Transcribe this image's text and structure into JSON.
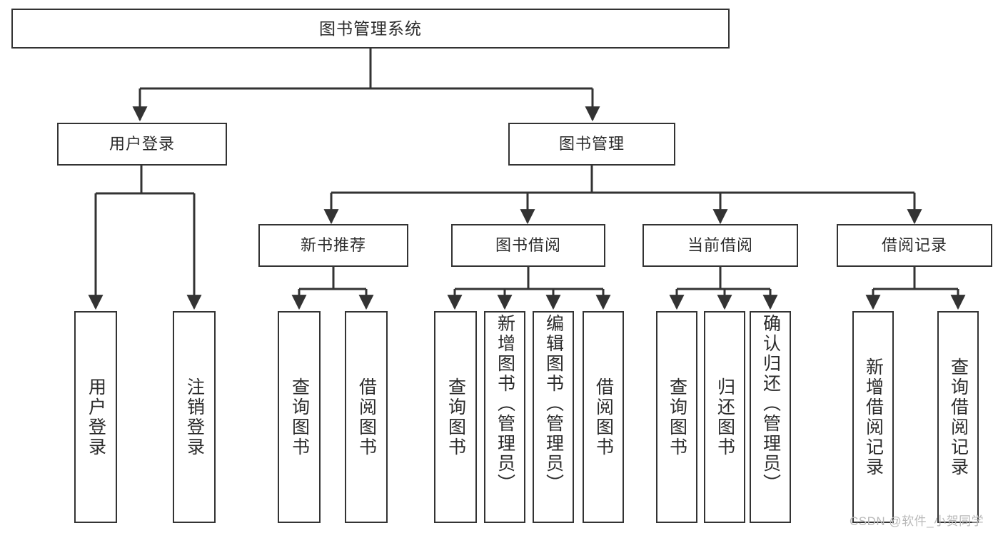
{
  "diagram": {
    "title_node": {
      "label": "图书管理系统"
    },
    "level2": [
      {
        "id": "user-login",
        "label": "用户登录"
      },
      {
        "id": "book-management",
        "label": "图书管理"
      }
    ],
    "level3": [
      {
        "id": "new-book-recommend",
        "label": "新书推荐"
      },
      {
        "id": "book-borrow",
        "label": "图书借阅"
      },
      {
        "id": "current-borrow",
        "label": "当前借阅"
      },
      {
        "id": "borrow-record",
        "label": "借阅记录"
      }
    ],
    "leaves": {
      "user_login": [
        {
          "id": "leaf-user-login",
          "label": "用户登录"
        },
        {
          "id": "leaf-logout-login",
          "label": "注销登录"
        }
      ],
      "new_book_recommend": [
        {
          "id": "leaf-query-book-1",
          "label": "查询图书"
        },
        {
          "id": "leaf-borrow-book-1",
          "label": "借阅图书"
        }
      ],
      "book_borrow": [
        {
          "id": "leaf-query-book-2",
          "label": "查询图书"
        },
        {
          "id": "leaf-add-book",
          "label": "新增图书（管理员）"
        },
        {
          "id": "leaf-edit-book",
          "label": "编辑图书（管理员）"
        },
        {
          "id": "leaf-borrow-book-2",
          "label": "借阅图书"
        }
      ],
      "current_borrow": [
        {
          "id": "leaf-query-book-3",
          "label": "查询图书"
        },
        {
          "id": "leaf-return-book",
          "label": "归还图书"
        },
        {
          "id": "leaf-confirm-return",
          "label": "确认归还（管理员）"
        }
      ],
      "borrow_record": [
        {
          "id": "leaf-add-borrow-record",
          "label": "新增借阅记录"
        },
        {
          "id": "leaf-query-borrow-record",
          "label": "查询借阅记录"
        }
      ]
    }
  },
  "watermark": {
    "text": "CSDN @软件_小贺同学"
  },
  "colors": {
    "stroke": "#333333",
    "text": "#2b2b2b",
    "background": "#ffffff",
    "watermark": "#b9b9b9"
  }
}
